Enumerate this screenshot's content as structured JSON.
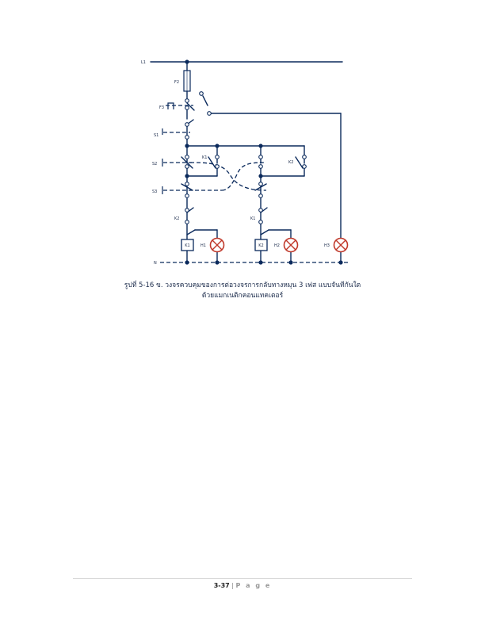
{
  "diagram": {
    "line_color": "#0b2a5c",
    "lamp_color": "#c0392b",
    "labels": {
      "l1": "L1",
      "f2": "F2",
      "f3": "F3",
      "s1": "S1",
      "s2": "S2",
      "s3": "S3",
      "k1_aux": "K1",
      "k2_aux": "K2",
      "k2_int": "K2",
      "k1_int": "K1",
      "k1_coil": "K1",
      "k2_coil": "K2",
      "h1": "H1",
      "h2": "H2",
      "h3": "H3",
      "n": "N"
    }
  },
  "caption": {
    "line1": "รูปที่ 5-16 ข. วงจรควบคุมของการต่อวงจรการกลับทางหมุน 3 เฟส แบบจันทีกันใต",
    "line2": "ด้วยแมกเนติกคอนแทคเตอร์"
  },
  "footer": {
    "page_number": "3-37",
    "separator": "|",
    "page_word": "P a g e"
  }
}
